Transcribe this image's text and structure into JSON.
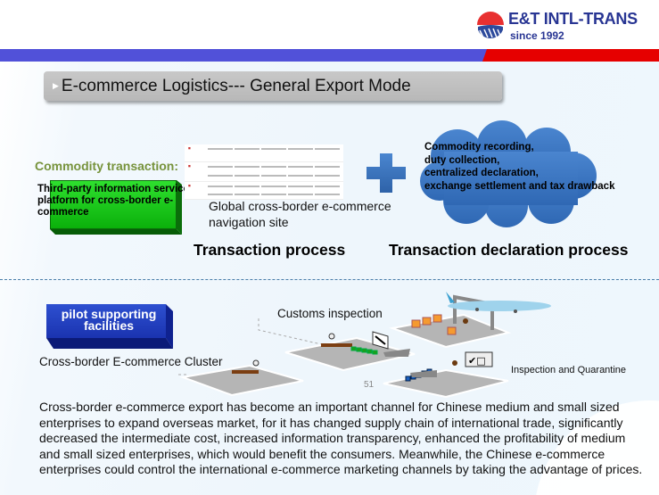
{
  "header": {
    "brand_name": "E&T INTL-TRANS",
    "brand_since": "since  1992",
    "colors": {
      "band_blue": "#5151d9",
      "band_red": "#e60000",
      "brand_text": "#283593"
    }
  },
  "title_bar": {
    "arrow_icon": "triangle-right-icon",
    "title": "E-commerce Logistics--- General Export Mode"
  },
  "transaction": {
    "commodity_label": "Commodity transaction:",
    "platform_box": "Third-party information service platform for cross-border e-commerce",
    "nav_site_caption_line1": "Global cross-border e-commerce",
    "nav_site_caption_line2": "navigation site",
    "plus_icon": "plus-icon",
    "process_label": "Transaction process"
  },
  "declaration": {
    "cloud_lines": [
      "Commodity recording,",
      "duty collection,",
      "centralized declaration,",
      "exchange settlement and tax drawback"
    ],
    "process_label": "Transaction declaration process"
  },
  "cluster": {
    "pilot_line1": "pilot supporting",
    "pilot_line2": "facilities",
    "cluster_label": "Cross-border E-commerce Cluster",
    "customs_label": "Customs inspection",
    "iq_label": "Inspection and Quarantine",
    "page_number": "51"
  },
  "body": {
    "paragraph": "Cross-border e-commerce export has become an important channel for Chinese medium and small sized enterprises to expand overseas market, for it has changed supply chain of international trade, significantly decreased the intermediate cost, increased information transparency, enhanced the profitability of medium and small sized enterprises, which would benefit the consumers. Meanwhile, the Chinese e-commerce enterprises could control the international e-commerce marketing channels by taking the advantage of prices."
  }
}
